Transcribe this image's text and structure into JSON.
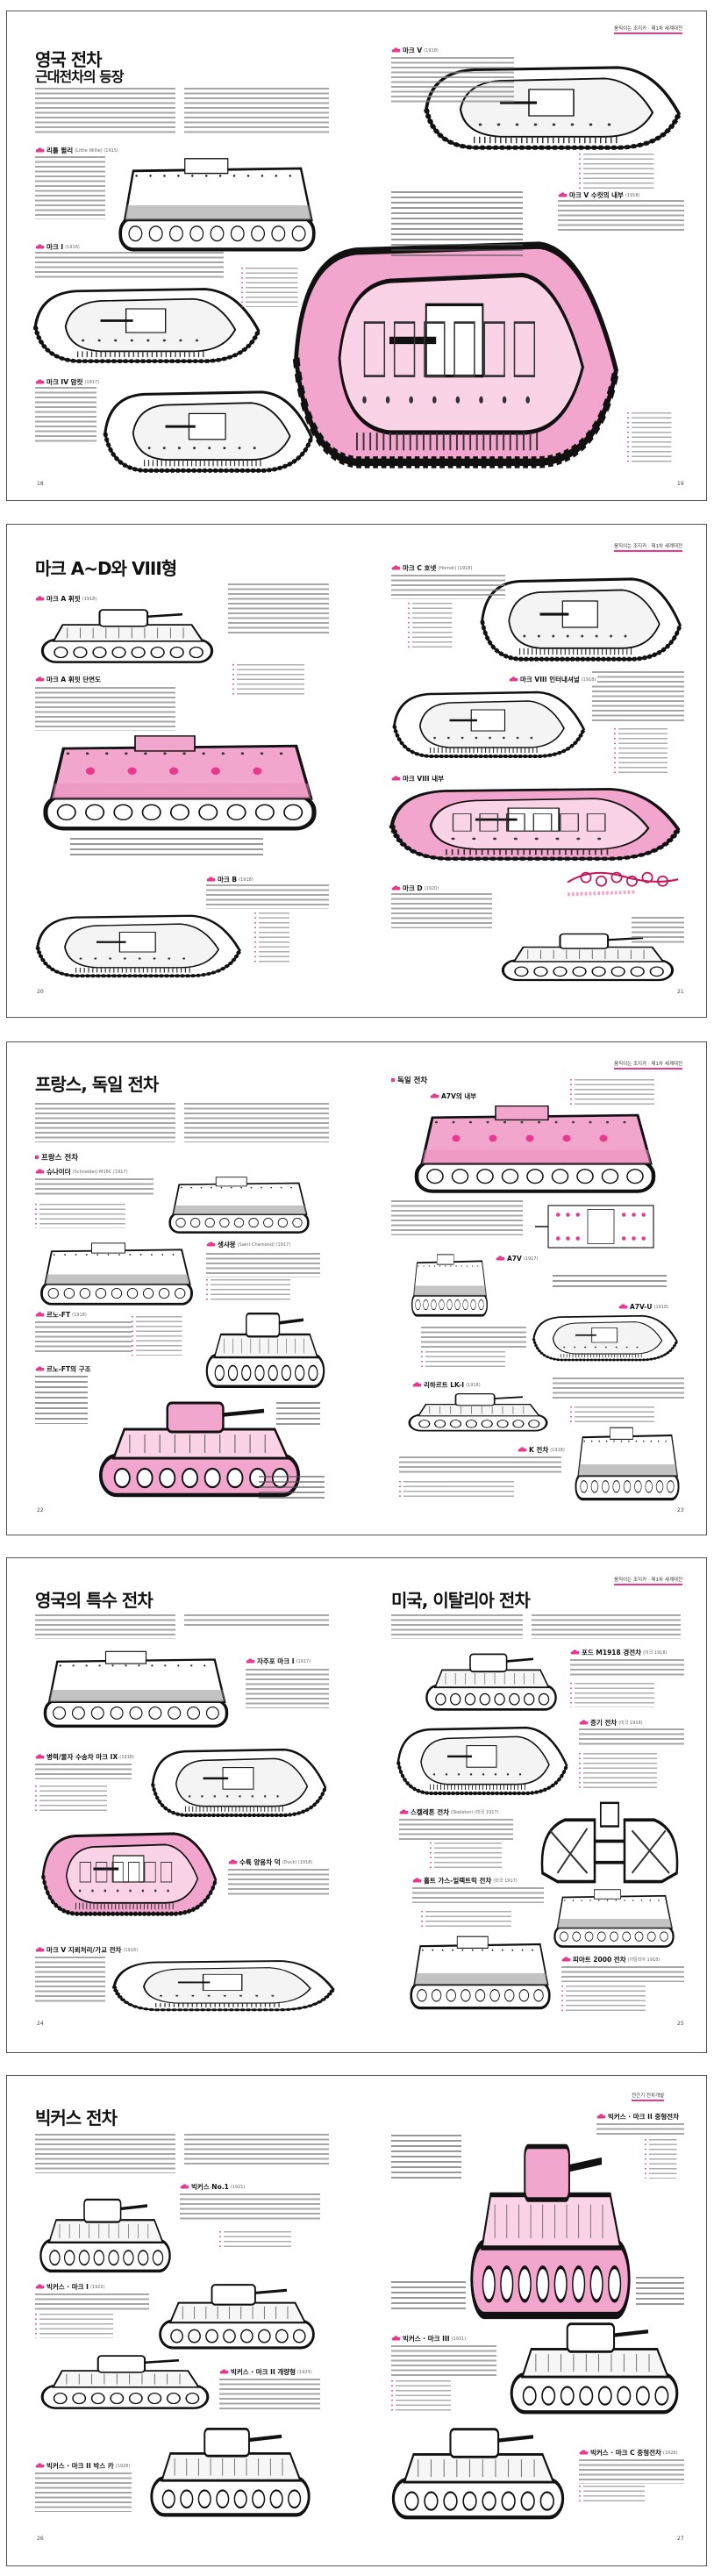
{
  "colors": {
    "accent": "#e8388f",
    "cutaway_pink": "#f3a6cd"
  },
  "spreads": [
    {
      "header_tag": "움직이는 조지카 · 제1차 세계대전",
      "title": "영국 전차",
      "subtitle": "근대전차의 등장",
      "pages": [
        "18",
        "19"
      ],
      "labels": [
        {
          "name": "리틀 윌리",
          "year": "(Little Willie) (1915)"
        },
        {
          "name": "마크 I",
          "year": "(1916)"
        },
        {
          "name": "마크 IV 암컷",
          "year": "(1917)"
        },
        {
          "name": "마크 V",
          "year": "(1918)"
        },
        {
          "name": "마크 V 수컷의 내부",
          "year": "(1918)"
        }
      ]
    },
    {
      "header_tag": "움직이는 조지카 · 제1차 세계대전",
      "title": "마크 A~D와 VIII형",
      "pages": [
        "20",
        "21"
      ],
      "labels": [
        {
          "name": "마크 A 휘핏",
          "year": "(1918)"
        },
        {
          "name": "마크 A 휘핏 단면도",
          "year": ""
        },
        {
          "name": "마크 B",
          "year": "(1918)"
        },
        {
          "name": "마크 C 호넷",
          "year": "(Hornet) (1918)"
        },
        {
          "name": "마크 VIII 인터내셔널",
          "year": "(1918)"
        },
        {
          "name": "마크 VIII 내부",
          "year": ""
        },
        {
          "name": "마크 D",
          "year": "(1920)"
        }
      ]
    },
    {
      "header_tag": "움직이는 조지카 · 제1차 세계대전",
      "title": "프랑스, 독일 전차",
      "sections": [
        "프랑스 전차",
        "독일 전차"
      ],
      "pages": [
        "22",
        "23"
      ],
      "labels": [
        {
          "name": "슈나이더",
          "year": "(Schneider) M16C (1917)"
        },
        {
          "name": "생샤몽",
          "year": "(Saint Chamond) (1917)"
        },
        {
          "name": "르노-FT",
          "year": "(1918)"
        },
        {
          "name": "르노-FT의 구조",
          "year": ""
        },
        {
          "name": "A7V의 내부",
          "year": ""
        },
        {
          "name": "A7V",
          "year": "(1917)"
        },
        {
          "name": "A7V-U",
          "year": "(1918)"
        },
        {
          "name": "리하르트 LK-I",
          "year": "(1918)"
        },
        {
          "name": "K 전차",
          "year": "(1918)"
        }
      ]
    },
    {
      "header_tag": "움직이는 조지카 · 제1차 세계대전",
      "title": "영국의 특수 전차",
      "title_right": "미국, 이탈리아 전차",
      "pages": [
        "24",
        "25"
      ],
      "labels": [
        {
          "name": "자주포 마크 I",
          "year": "(1917)"
        },
        {
          "name": "병력/물자 수송차 마크 IX",
          "year": "(1918)"
        },
        {
          "name": "수륙 양용차 덕",
          "year": "(Duck) (1918)"
        },
        {
          "name": "마크 V 지뢰처리/가교 전차",
          "year": "(1918)"
        },
        {
          "name": "포드 M1918 경전차",
          "year": "(미국 1918)"
        },
        {
          "name": "증기 전차",
          "year": "(미국 1918)"
        },
        {
          "name": "스켈레톤 전차",
          "year": "(Skeleton) (미국 1917)"
        },
        {
          "name": "홀트 가스-일렉트릭 전차",
          "year": "(미국 1917)"
        },
        {
          "name": "피아트 2000 전차",
          "year": "(이탈리아 1918)"
        }
      ]
    },
    {
      "header_tag": "전간기 전차개발",
      "title": "빅커스 전차",
      "pages": [
        "26",
        "27"
      ],
      "labels": [
        {
          "name": "빅커스 No.1",
          "year": "(1921)"
        },
        {
          "name": "빅커스 · 마크 I",
          "year": "(1922)"
        },
        {
          "name": "빅커스 · 마크 II 개량형",
          "year": "(1925)"
        },
        {
          "name": "빅커스 · 마크 II 박스 카",
          "year": "(1928)"
        },
        {
          "name": "빅커스 · 마크 II 중형전차",
          "year": ""
        },
        {
          "name": "빅커스 · 마크 III",
          "year": "(1931)"
        },
        {
          "name": "빅커스 · 마크 C 중형전차",
          "year": "(1926)"
        }
      ]
    }
  ]
}
